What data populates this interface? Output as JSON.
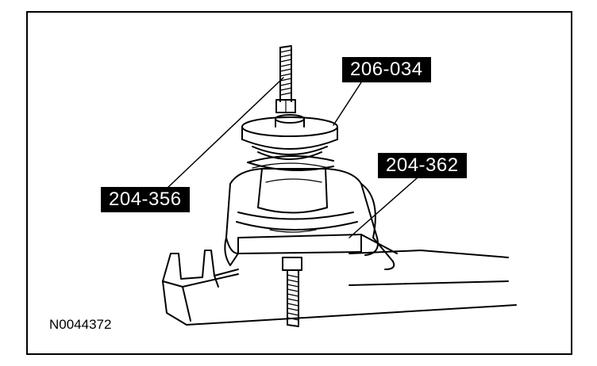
{
  "callouts": {
    "tool_206_034": "206-034",
    "tool_204_362": "204-362",
    "tool_204_356": "204-356"
  },
  "figure_id": "N0044372"
}
